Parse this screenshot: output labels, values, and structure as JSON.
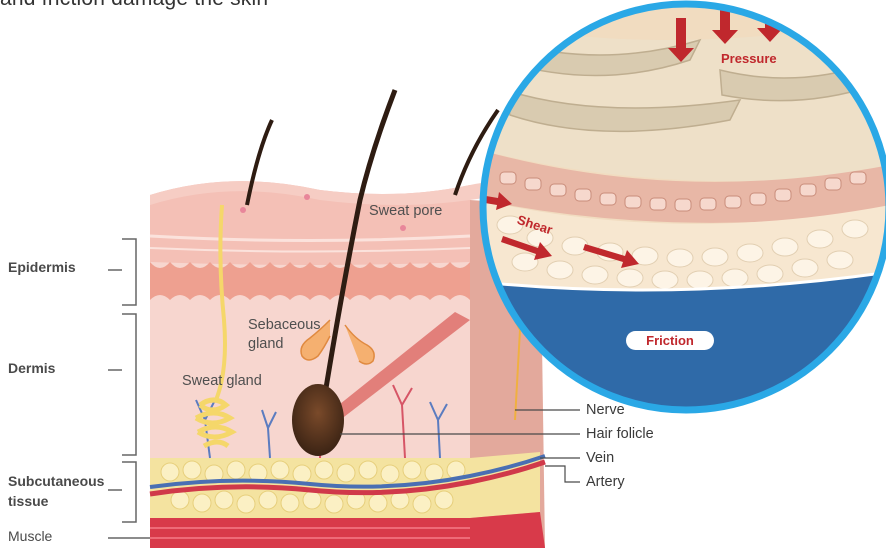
{
  "caption": "and friction damage the skin",
  "layers": {
    "epidermis": "Epidermis",
    "dermis": "Dermis",
    "subcutaneous_line1": "Subcutaneous",
    "subcutaneous_line2": "tissue",
    "muscle": "Muscle"
  },
  "structures": {
    "sweat_pore": "Sweat pore",
    "sebaceous_line1": "Sebaceous",
    "sebaceous_line2": "gland",
    "sweat_gland": "Sweat gland",
    "nerve": "Nerve",
    "hair_follicle": "Hair folicle",
    "vein": "Vein",
    "artery": "Artery"
  },
  "forces": {
    "pressure": "Pressure",
    "shear": "Shear",
    "friction": "Friction"
  },
  "colors": {
    "force_red": "#c0282d",
    "circle_border": "#2aa8e6",
    "friction_blue": "#2f6aa8",
    "skin_pink": "#f6cfc7",
    "fat_yellow": "#f4e3a0",
    "muscle_red": "#d83a4a"
  }
}
